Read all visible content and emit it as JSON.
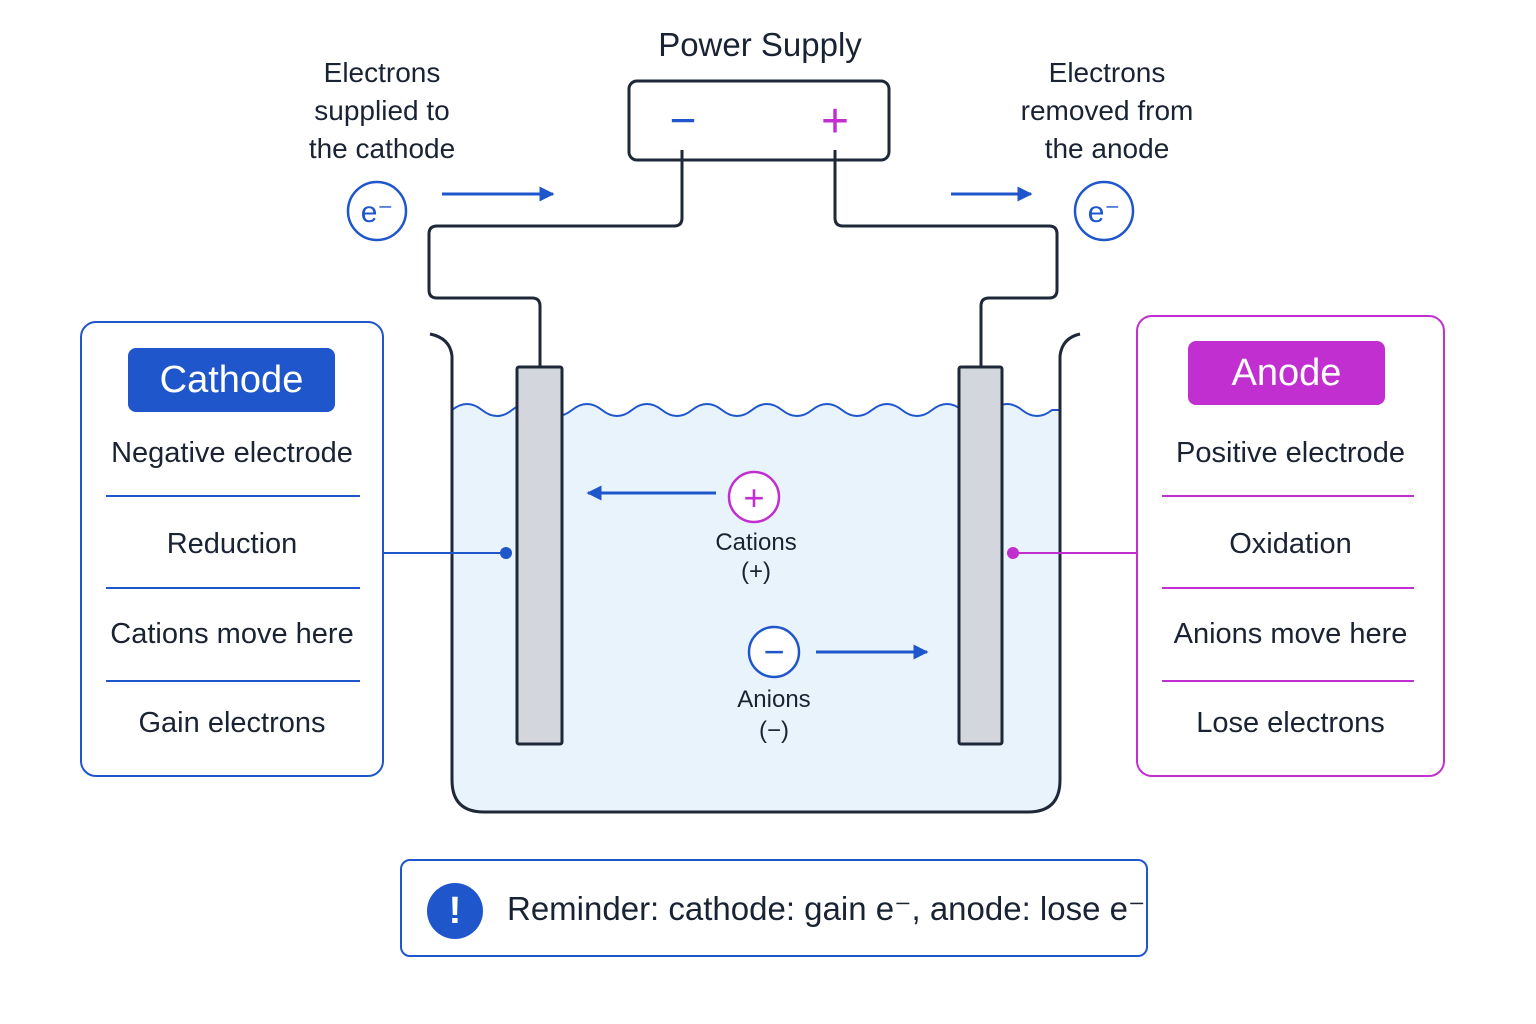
{
  "title": "Power Supply",
  "power_supply": {
    "negative_symbol": "−",
    "positive_symbol": "+"
  },
  "electrons_left": {
    "line1": "Electrons",
    "line2": "supplied to",
    "line3": "the cathode",
    "symbol": "e⁻"
  },
  "electrons_right": {
    "line1": "Electrons",
    "line2": "removed from",
    "line3": "the anode",
    "symbol": "e⁻"
  },
  "cathode": {
    "heading": "Cathode",
    "items": [
      "Negative electrode",
      "Reduction",
      "Cations move here",
      "Gain electrons"
    ]
  },
  "anode": {
    "heading": "Anode",
    "items": [
      "Positive electrode",
      "Oxidation",
      "Anions move here",
      "Lose electrons"
    ]
  },
  "ions": {
    "cation_symbol": "+",
    "cation_label": "Cations",
    "cation_charge": "(+)",
    "anion_symbol": "−",
    "anion_label": "Anions",
    "anion_charge": "(−)"
  },
  "reminder": {
    "icon": "!",
    "text": "Reminder: cathode: gain e⁻, anode: lose e⁻"
  },
  "colors": {
    "blue": "#1f56cc",
    "magenta": "#c12fd0",
    "wire": "#1e2838",
    "electrolyte": "#e9f3fc",
    "electrode": "#d3d7dd"
  }
}
